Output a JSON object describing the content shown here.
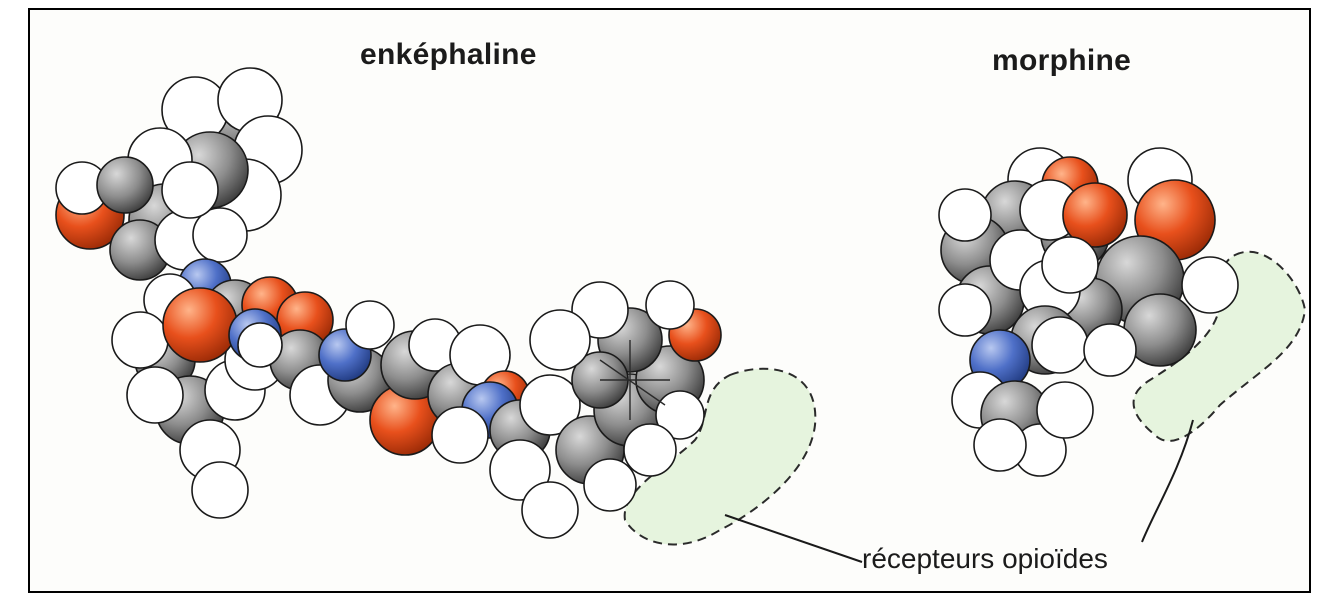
{
  "labels": {
    "left_title": "enképhaline",
    "right_title": "morphine",
    "receptor_caption": "récepteurs opioïdes"
  },
  "colors": {
    "carbon": "#8d8d8d",
    "hydrogen": "#ffffff",
    "oxygen": "#e8501c",
    "nitrogen": "#4f70c8",
    "receptor_fill": "#e6f4de",
    "outline": "#1a1a1a"
  },
  "icons": {
    "molecule_model": "space-filling-model-icon"
  }
}
